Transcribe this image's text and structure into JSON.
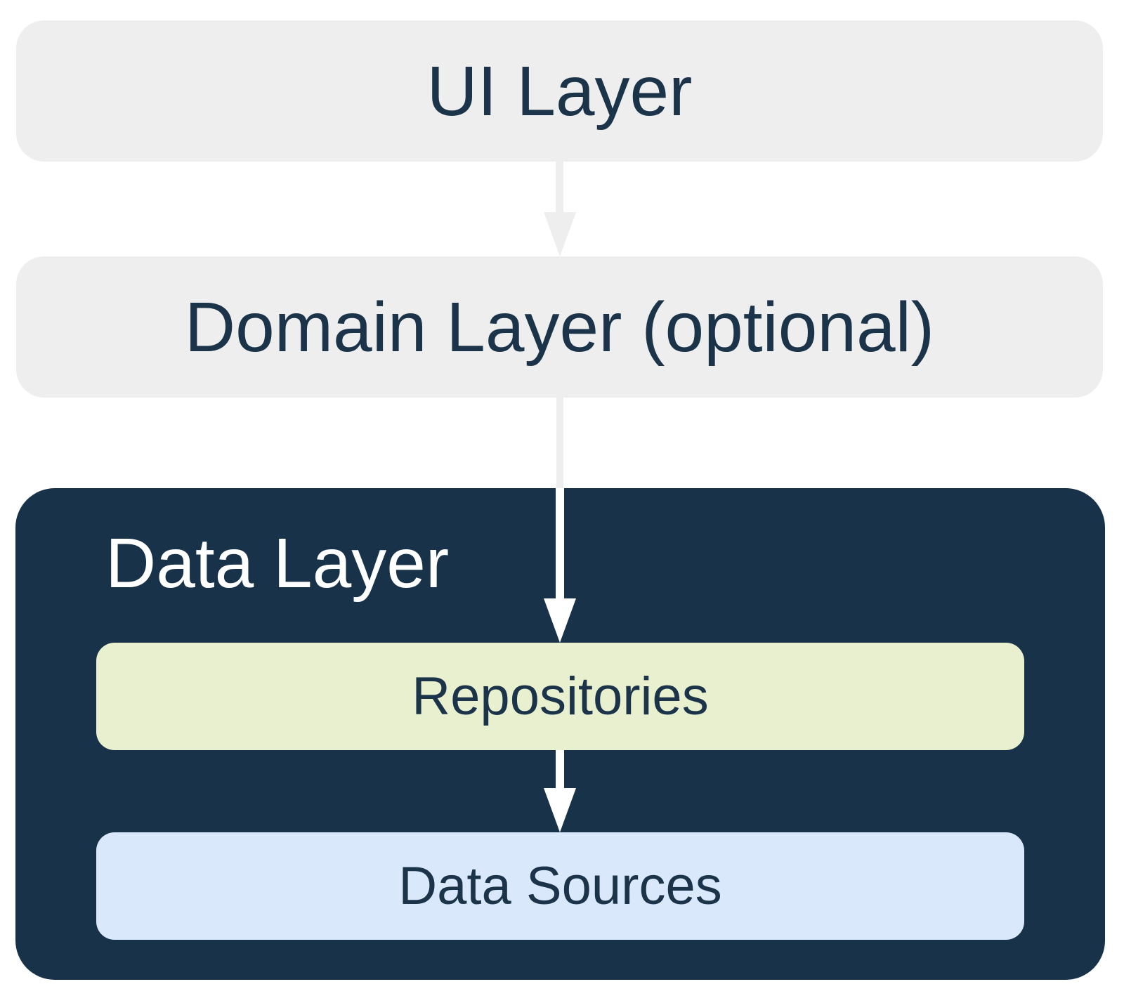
{
  "layers": {
    "ui": {
      "label": "UI Layer"
    },
    "domain": {
      "label": "Domain Layer (optional)"
    },
    "data": {
      "label": "Data Layer",
      "children": {
        "repositories": {
          "label": "Repositories"
        },
        "data_sources": {
          "label": "Data Sources"
        }
      }
    }
  },
  "arrows": [
    {
      "from": "UI Layer",
      "to": "Domain Layer (optional)"
    },
    {
      "from": "Domain Layer (optional)",
      "to": "Repositories"
    },
    {
      "from": "Repositories",
      "to": "Data Sources"
    }
  ],
  "colors": {
    "canvas_bg": "#FFFFFF",
    "light_box_bg": "#EEEEEE",
    "dark_box_bg": "#173249",
    "repositories_bg": "#E9F0CF",
    "data_sources_bg": "#D9E8FA",
    "text_dark": "#1B3449",
    "text_light": "#FFFFFF",
    "arrow_gray": "#EEEEEE",
    "arrow_white": "#FFFFFF"
  }
}
